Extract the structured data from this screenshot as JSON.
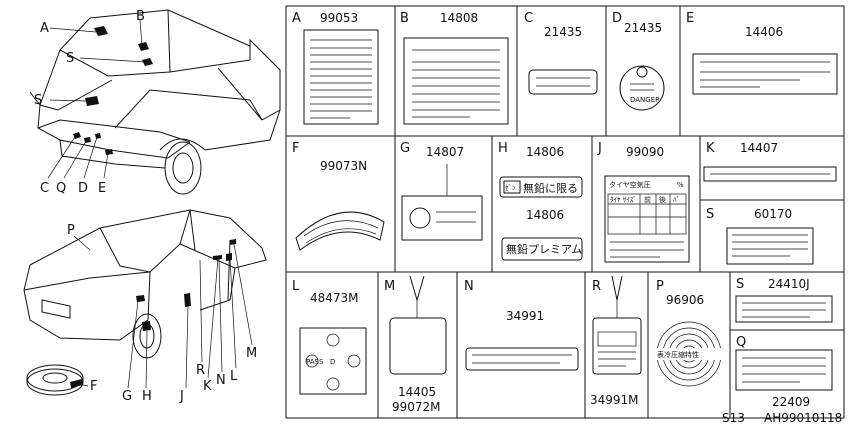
{
  "callouts_top": [
    "A",
    "B",
    "S",
    "S"
  ],
  "callouts_front": [
    "C",
    "Q",
    "D",
    "E"
  ],
  "callouts_side": [
    "P",
    "M",
    "L",
    "N",
    "K",
    "R",
    "J",
    "H",
    "G",
    "F"
  ],
  "cells": [
    {
      "letter": "A",
      "part": "99053"
    },
    {
      "letter": "B",
      "part": "14808"
    },
    {
      "letter": "C",
      "part": "21435"
    },
    {
      "letter": "D",
      "part": "21435"
    },
    {
      "letter": "E",
      "part": "14406"
    },
    {
      "letter": "F",
      "part": "99073N"
    },
    {
      "letter": "G",
      "part": "14807"
    },
    {
      "letter": "H",
      "part": "14806"
    },
    {
      "letter": "J",
      "part": "99090"
    },
    {
      "letter": "K",
      "part": "14407"
    },
    {
      "letter": "S",
      "part": "60170"
    },
    {
      "letter": "L",
      "part": "48473M"
    },
    {
      "letter": "M",
      "part": "14405"
    },
    {
      "letter": "N",
      "part": "34991"
    },
    {
      "letter": "R",
      "part": "34991M"
    },
    {
      "letter": "P",
      "part": "96906"
    },
    {
      "letter": "S",
      "part": "24410J"
    },
    {
      "letter": "Q",
      "part": "22409"
    }
  ],
  "extra": {
    "h_part2": "14806",
    "m_part2": "99072M",
    "d_danger": "DANGER",
    "l_pass": "PASS",
    "l_d": "D",
    "h_text1": "無鉛に限る",
    "h_text2": "無鉛プレミアム",
    "h_badge": "ｾﾞﾝ",
    "j_title": "タイヤ空気圧",
    "j_unit": "%",
    "j_head1": "ﾀｲﾔ ｻｲｽﾞ",
    "j_head2": "前",
    "j_head3": "後",
    "j_head4": "ﾊﾟ",
    "p_text": "表冷圧縮特性"
  },
  "footer": {
    "page": "S13",
    "code": "AH99010118"
  }
}
